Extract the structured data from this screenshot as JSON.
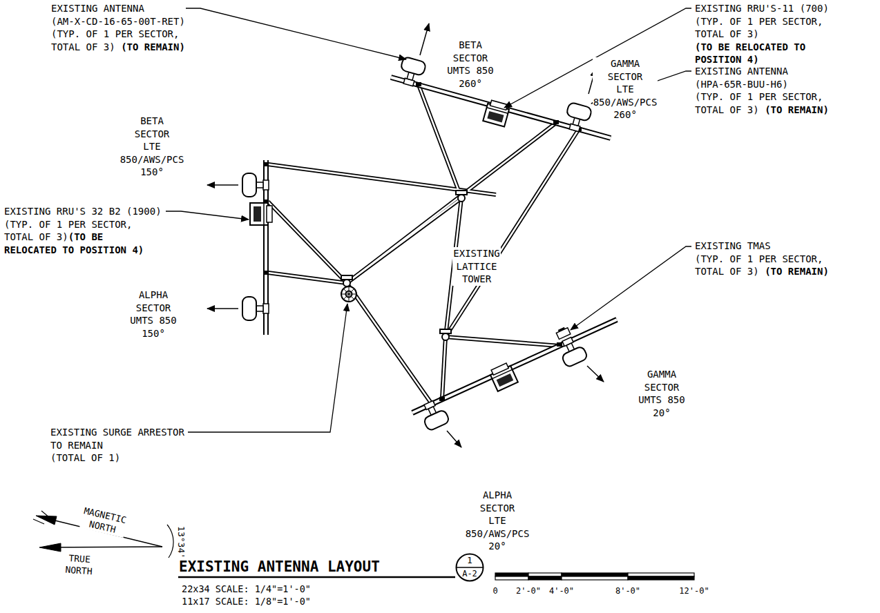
{
  "diagram": {
    "title": "EXISTING ANTENNA LAYOUT",
    "nodes": [
      {
        "text": [
          "1",
          "A-2"
        ]
      }
    ],
    "labels": [
      "EXISTING ANTENNA (AM-X-CD-16-65-00T-RET) (TYP. OF 1 PER SECTOR, TOTAL OF 3) (TO REMAIN)",
      "BETA SECTOR UMTS 850 260°",
      "EXISTING RRU'S-11 (700) (TYP. OF 1 PER SECTOR, TOTAL OF 3) (TO BE RELOCATED TO POSITION 4)",
      "GAMMA SECTOR LTE 850/AWS/PCS 260°",
      "EXISTING ANTENNA (HPA-65R-BUU-H6) (TYP. OF 1 PER SECTOR, TOTAL OF 3) (TO REMAIN)",
      "BETA SECTOR LTE 850/AWS/PCS 150°",
      "EXISTING RRU'S 32 B2 (1900) (TYP. OF 1 PER SECTOR, TOTAL OF 3)(TO BE RELOCATED TO POSITION 4)",
      "EXISTING LATTICE TOWER",
      "EXISTING TMAS (TYP. OF 1 PER SECTOR, TOTAL OF 3) (TO REMAIN)",
      "ALPHA SECTOR UMTS 850 150°",
      "GAMMA SECTOR UMTS 850 20°",
      "EXISTING SURGE ARRESTOR TO REMAIN (TOTAL OF 1)",
      "ALPHA SECTOR LTE 850/AWS/PCS 20°",
      "MAGNETIC NORTH",
      "TRUE NORTH",
      "13°34'",
      "22x34 SCALE: 1/4\"=1'-0\"",
      "11x17 SCALE: 1/8\"=1'-0\"",
      "0",
      "2'-0\"",
      "4'-0\"",
      "8'-0\"",
      "12'-0\""
    ]
  }
}
